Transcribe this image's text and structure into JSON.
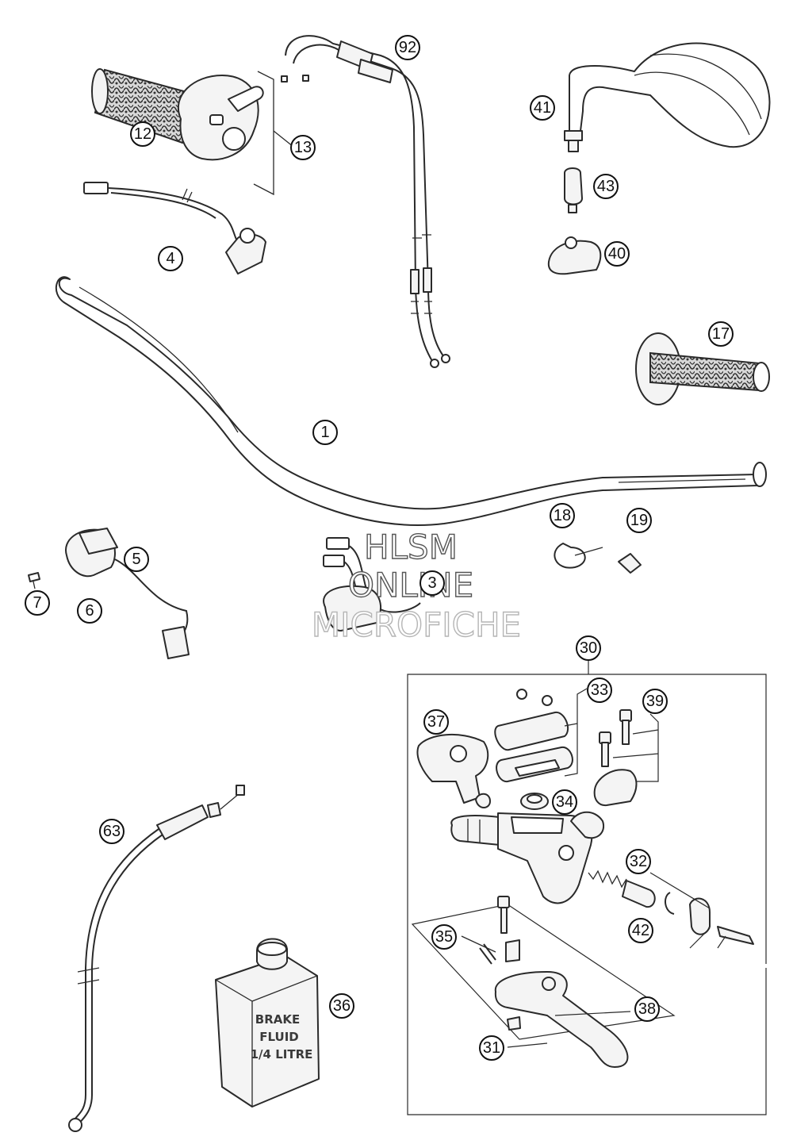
{
  "diagram": {
    "callouts": [
      {
        "id": "callout-1",
        "label": "1"
      },
      {
        "id": "callout-3",
        "label": "3"
      },
      {
        "id": "callout-4",
        "label": "4"
      },
      {
        "id": "callout-5",
        "label": "5"
      },
      {
        "id": "callout-6",
        "label": "6"
      },
      {
        "id": "callout-7",
        "label": "7"
      },
      {
        "id": "callout-12",
        "label": "12"
      },
      {
        "id": "callout-13",
        "label": "13"
      },
      {
        "id": "callout-17",
        "label": "17"
      },
      {
        "id": "callout-18",
        "label": "18"
      },
      {
        "id": "callout-19",
        "label": "19"
      },
      {
        "id": "callout-30",
        "label": "30"
      },
      {
        "id": "callout-31",
        "label": "31"
      },
      {
        "id": "callout-32",
        "label": "32"
      },
      {
        "id": "callout-33",
        "label": "33"
      },
      {
        "id": "callout-34",
        "label": "34"
      },
      {
        "id": "callout-35",
        "label": "35"
      },
      {
        "id": "callout-36",
        "label": "36"
      },
      {
        "id": "callout-37",
        "label": "37"
      },
      {
        "id": "callout-38",
        "label": "38"
      },
      {
        "id": "callout-39",
        "label": "39"
      },
      {
        "id": "callout-40",
        "label": "40"
      },
      {
        "id": "callout-41",
        "label": "41"
      },
      {
        "id": "callout-42",
        "label": "42"
      },
      {
        "id": "callout-43",
        "label": "43"
      },
      {
        "id": "callout-63",
        "label": "63"
      },
      {
        "id": "callout-92",
        "label": "92"
      }
    ],
    "brake_fluid_can": {
      "line1": "BRAKE",
      "line2": "FLUID",
      "line3": "1/4 LITRE"
    },
    "watermark": {
      "line1": "HLSM",
      "line2": "ONLINE",
      "line3": "MICROFICHE"
    }
  }
}
